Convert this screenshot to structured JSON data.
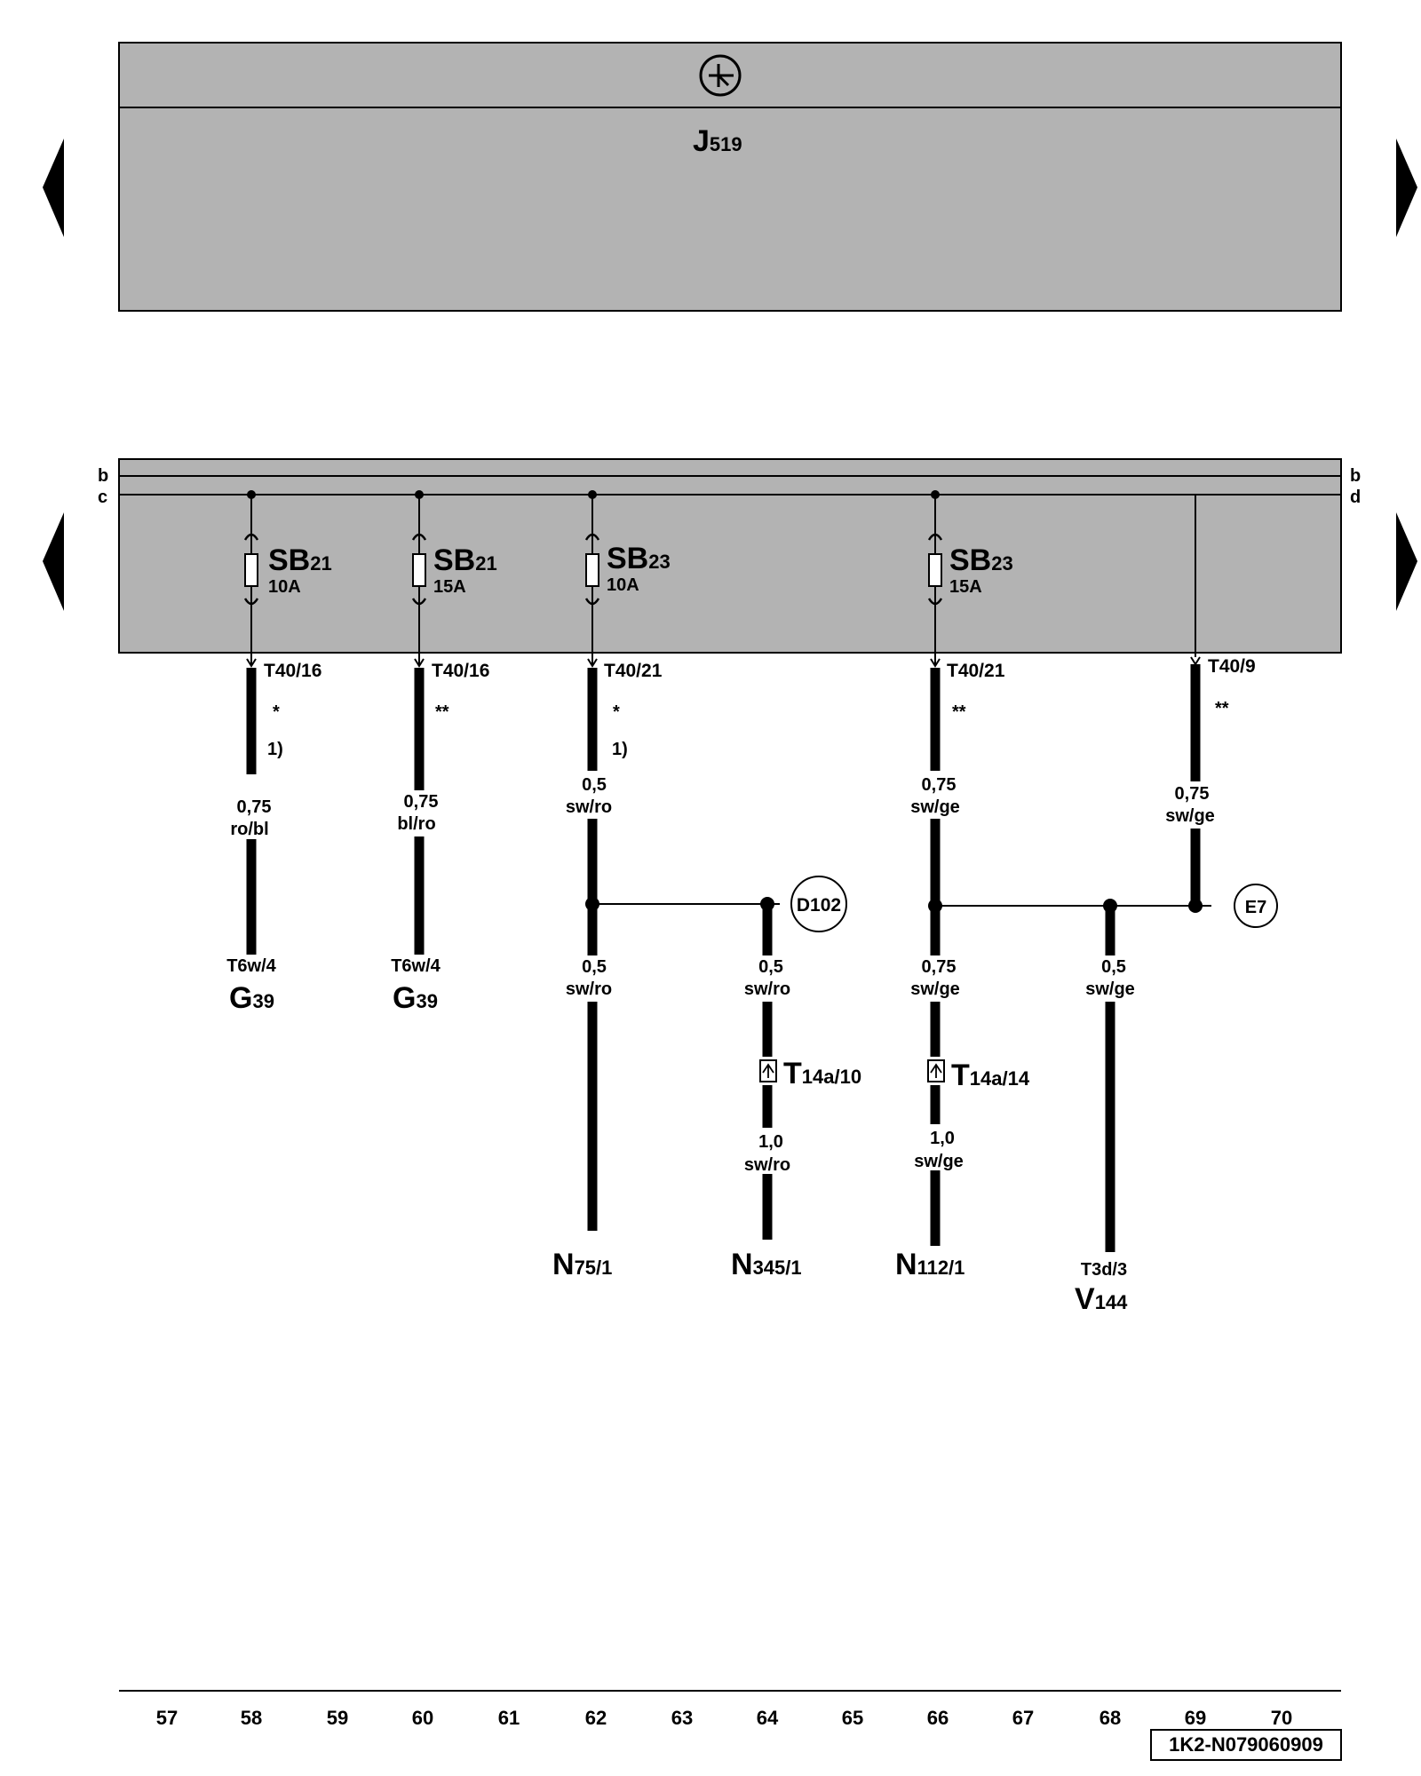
{
  "module": {
    "label": "J",
    "sub": "519"
  },
  "bus_labels": {
    "b_left": "b",
    "c_left": "c",
    "b_right": "b",
    "d_right": "d"
  },
  "fuses": [
    {
      "name": "SB",
      "sub": "21",
      "amp": "10A"
    },
    {
      "name": "SB",
      "sub": "21",
      "amp": "15A"
    },
    {
      "name": "SB",
      "sub": "23",
      "amp": "10A"
    },
    {
      "name": "SB",
      "sub": "23",
      "amp": "15A"
    }
  ],
  "pins": [
    "T40/16",
    "T40/16",
    "T40/21",
    "T40/21",
    "T40/9"
  ],
  "notes": {
    "n1": "*",
    "n1b": "1)",
    "n2": "**",
    "n3": "*",
    "n3b": "1)",
    "n4": "**",
    "n5": "**"
  },
  "wires": {
    "w1": {
      "size": "0,75",
      "color": "ro/bl"
    },
    "w2": {
      "size": "0,75",
      "color": "bl/ro"
    },
    "w3": {
      "size": "0,5",
      "color": "sw/ro"
    },
    "w4": {
      "size": "0,75",
      "color": "sw/ge"
    },
    "w5": {
      "size": "0,75",
      "color": "sw/ge"
    },
    "w6": {
      "size": "0,5",
      "color": "sw/ro"
    },
    "w7": {
      "size": "0,5",
      "color": "sw/ro"
    },
    "w8": {
      "size": "0,75",
      "color": "sw/ge"
    },
    "w9": {
      "size": "0,5",
      "color": "sw/ge"
    },
    "w10": {
      "size": "1,0",
      "color": "sw/ro"
    },
    "w11": {
      "size": "1,0",
      "color": "sw/ge"
    }
  },
  "splices": {
    "d102": "D102",
    "e7": "E7"
  },
  "connectors": {
    "c1": {
      "name": "T",
      "sub": "14a/10"
    },
    "c2": {
      "name": "T",
      "sub": "14a/14"
    }
  },
  "components": {
    "g39a": {
      "pin": "T6w/4",
      "name": "G",
      "sub": "39"
    },
    "g39b": {
      "pin": "T6w/4",
      "name": "G",
      "sub": "39"
    },
    "n75": {
      "name": "N",
      "sub": "75/1"
    },
    "n345": {
      "name": "N",
      "sub": "345/1"
    },
    "n112": {
      "name": "N",
      "sub": "112/1"
    },
    "v144": {
      "pin": "T3d/3",
      "name": "V",
      "sub": "144"
    }
  },
  "grid_numbers": [
    "57",
    "58",
    "59",
    "60",
    "61",
    "62",
    "63",
    "64",
    "65",
    "66",
    "67",
    "68",
    "69",
    "70"
  ],
  "doc_id": "1K2-N079060909"
}
